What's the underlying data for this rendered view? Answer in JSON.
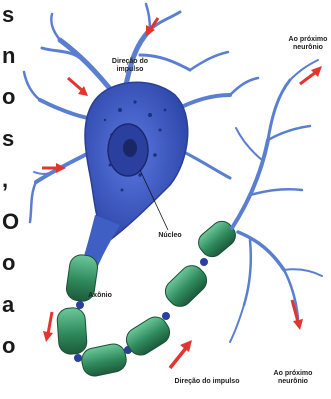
{
  "side_text": [
    "s",
    "n",
    "o",
    "s",
    ",",
    "O",
    "o",
    "a",
    "o"
  ],
  "labels": {
    "direction_top": "Direção do impulso",
    "next_neuron_top": "Ao próximo neurônio",
    "nucleus": "Núcleo",
    "axon": "Axônio",
    "direction_bottom": "Direção do impulso",
    "next_neuron_bottom": "Ao próximo neurônio"
  },
  "colors": {
    "dendrite": "#5a7fd0",
    "dendrite_dark": "#2f4fa8",
    "soma": "#3b57c4",
    "myelin": "#3c9a6c",
    "myelin_dark": "#1e5e3e",
    "arrow": "#e3342f"
  }
}
